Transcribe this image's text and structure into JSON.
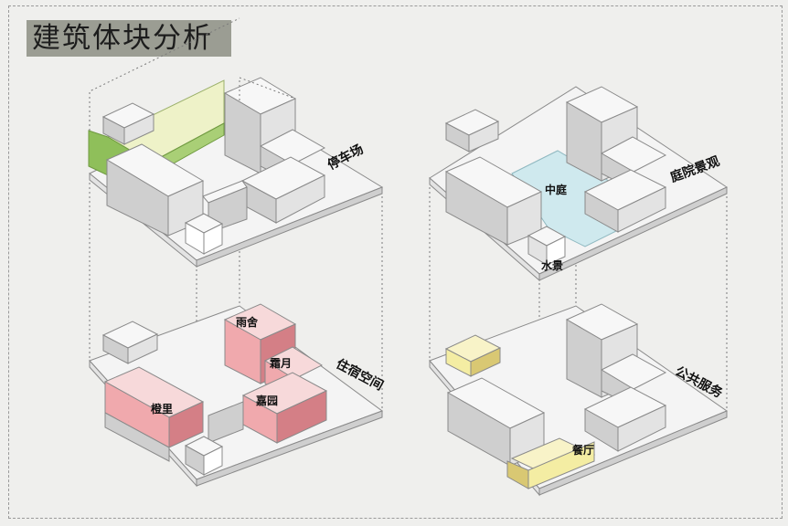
{
  "title": "建筑体块分析",
  "labels": {
    "parking": "停车场",
    "courtyard_view": "庭院景观",
    "courtyard": "中庭",
    "water": "水景",
    "residence": "住宿空间",
    "yuxia": "雨舍",
    "shuangyue": "霜月",
    "jiayuan": "嘉园",
    "shengli": "橙里",
    "public": "公共服务",
    "restaurant": "餐厅"
  },
  "colors": {
    "background": "#efefed",
    "title_bar": "#9b9d93",
    "parking_green": "#8fbf5a",
    "parking_light": "#eef2c8",
    "courtyard_blue": "#cfe9ee",
    "residence_red_front": "#f0a9ad",
    "residence_red_side": "#d47f86",
    "public_yellow_front": "#f4eda3",
    "public_yellow_side": "#d9c873"
  }
}
